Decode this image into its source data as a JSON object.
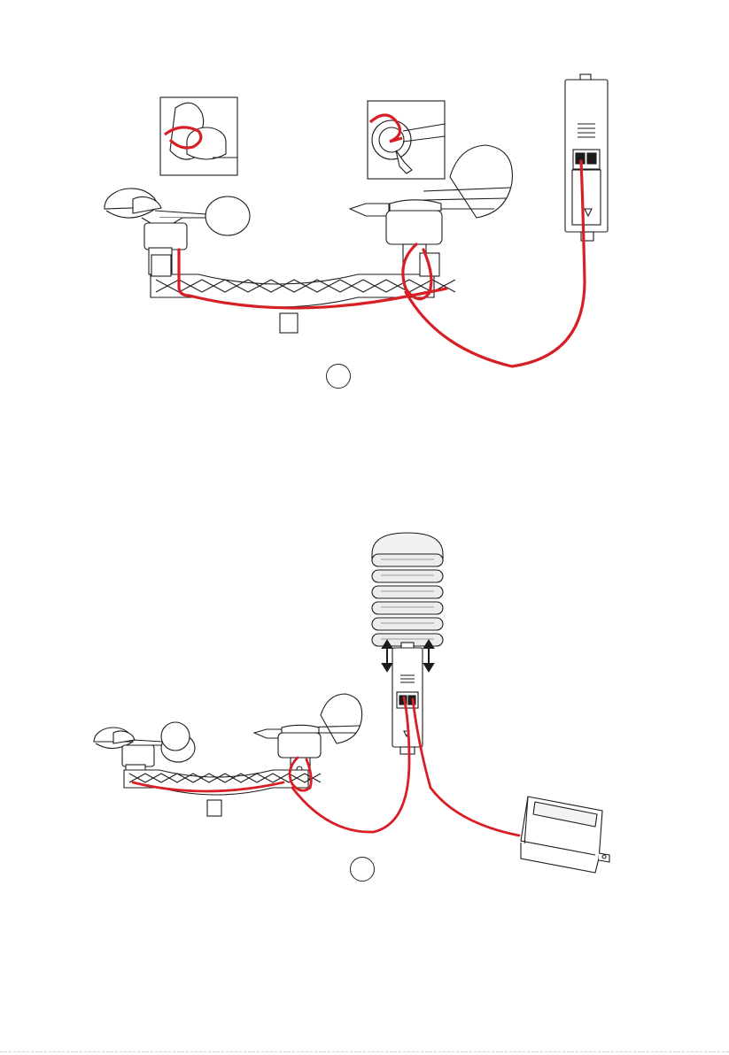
{
  "colors": {
    "cable": "#d71f26",
    "line": "#1c1c1c",
    "fill": "#ffffff",
    "shade": "#e6e6e6"
  },
  "figures": [
    {
      "name": "anemometer-wind-vane-to-transmitter",
      "parts": [
        "anemometer-icon",
        "wind-vane-icon",
        "mounting-arm",
        "transmitter-unit",
        "detail-inset-cup-cable",
        "detail-inset-vane-cable"
      ],
      "step_label": ""
    },
    {
      "name": "full-sensor-assembly",
      "parts": [
        "anemometer-icon",
        "wind-vane-icon",
        "mounting-arm",
        "thermo-hygro-sensor-with-radiation-shield",
        "rain-gauge-icon",
        "arrow-icon"
      ],
      "step_label": ""
    }
  ]
}
